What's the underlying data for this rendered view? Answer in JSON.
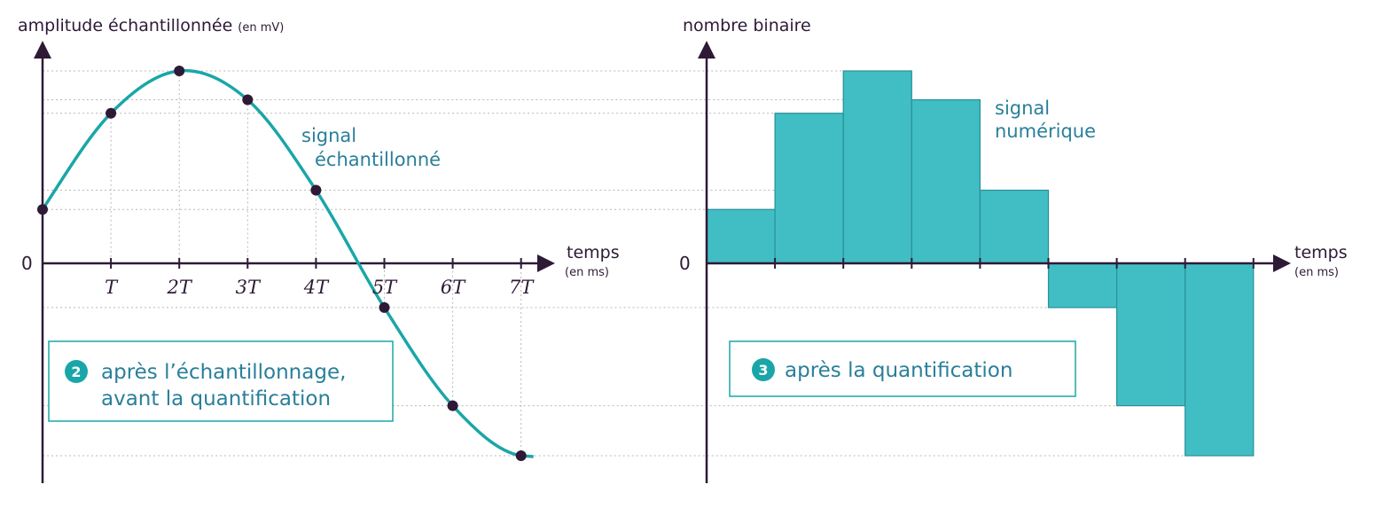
{
  "left_panel": {
    "y_axis_title": "amplitude échantillonnée",
    "y_axis_unit": "(en mV)",
    "x_axis_title": "temps",
    "x_axis_unit": "(en ms)",
    "origin_label": "0",
    "tick_labels": [
      "T",
      "2T",
      "3T",
      "4T",
      "5T",
      "6T",
      "7T"
    ],
    "signal_label_line1": "signal",
    "signal_label_line2": "échantillonné",
    "caption_number": "2",
    "caption_line1": "après l’échantillonnage,",
    "caption_line2": "avant la quantification"
  },
  "right_panel": {
    "y_axis_title": "nombre binaire",
    "x_axis_title": "temps",
    "x_axis_unit": "(en ms)",
    "origin_label": "0",
    "signal_label_line1": "signal",
    "signal_label_line2": "numérique",
    "caption_number": "3",
    "caption_line1": "après la quantification"
  },
  "colors": {
    "axis": "#2e1a36",
    "curve": "#1aa6a8",
    "bar_fill": "#40bec4",
    "bar_stroke": "#2a8f99",
    "point": "#2e1a36",
    "text_teal": "#2a7f9a",
    "grid": "#b8b8b8",
    "badge": "#1aa6a8"
  },
  "samples": {
    "description_values": "sampled amplitude levels at t = 0, T, 2T, ..., 7T (relative units, max = 1)",
    "t": [
      0,
      1,
      2,
      3,
      4,
      5,
      6,
      7
    ],
    "amplitude": [
      0.28,
      0.78,
      1.0,
      0.85,
      0.38,
      -0.23,
      -0.74,
      -1.0
    ]
  }
}
